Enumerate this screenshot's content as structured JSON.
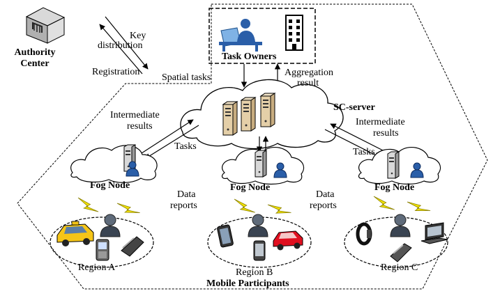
{
  "authority": {
    "name_line1": "Authority",
    "name_line2": "Center"
  },
  "links": {
    "key_line1": "Key",
    "key_line2": "distribution",
    "registration": "Registration",
    "spatial_tasks": "Spatial tasks",
    "aggregation_line1": "Aggregation",
    "aggregation_line2": "result",
    "intermediate_line1": "Intermediate",
    "intermediate_line2": "results",
    "tasks": "Tasks",
    "data_line1": "Data",
    "data_line2": "reports"
  },
  "task_owners": {
    "label": "Task Owners"
  },
  "server": {
    "label": "SC-server"
  },
  "fog": {
    "label": "Fog Node"
  },
  "regions": {
    "a": "Region A",
    "b": "Region B",
    "c": "Region C"
  },
  "participants": {
    "label": "Mobile Participants"
  },
  "colors": {
    "taxi": "#f5c518",
    "car": "#e01020",
    "lightning": "#f2e200",
    "server": "#e4cfa8",
    "person": "#2a5ea8",
    "outline": "#000000"
  }
}
